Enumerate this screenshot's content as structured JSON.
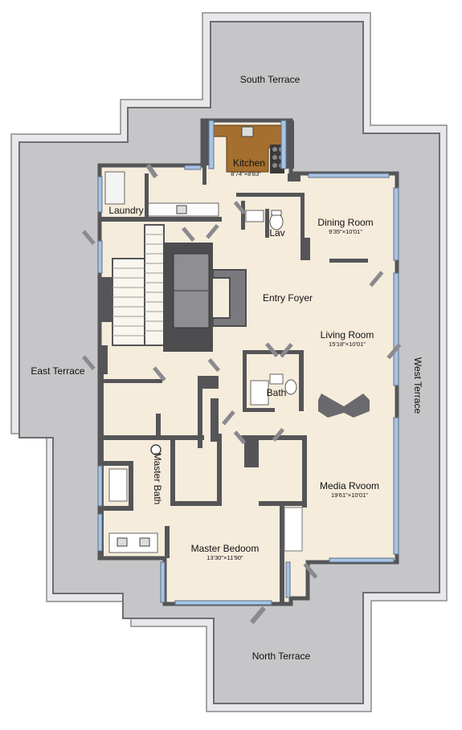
{
  "rooms": {
    "south_terrace": {
      "name": "South Terrace"
    },
    "north_terrace": {
      "name": "North Terrace"
    },
    "east_terrace": {
      "name": "East Terrace"
    },
    "west_terrace": {
      "name": "West Terrace"
    },
    "kitchen": {
      "name": "Kitchen",
      "dims": "8'74\"×8'83\""
    },
    "laundry": {
      "name": "Laundry"
    },
    "lav": {
      "name": "Lav"
    },
    "dining_room": {
      "name": "Dining Room",
      "dims": "9'35\"×10'01\""
    },
    "entry_foyer": {
      "name": "Entry Foyer"
    },
    "living_room": {
      "name": "Living Room",
      "dims": "15'18\"×10'01\""
    },
    "bath": {
      "name": "Bath"
    },
    "master_bath": {
      "name": "Master Bath"
    },
    "media_room": {
      "name": "Media Rvoom",
      "dims": "19'61\"×10'01\""
    },
    "master_bedroom": {
      "name": "Master Bedoom",
      "dims": "13'30\"×11'90\""
    }
  },
  "colors": {
    "terrace": "#c6c6c8",
    "floor": "#f6ecdc",
    "wall": "#555558",
    "window": "#a8c4e4",
    "counter": "#a5702f"
  }
}
